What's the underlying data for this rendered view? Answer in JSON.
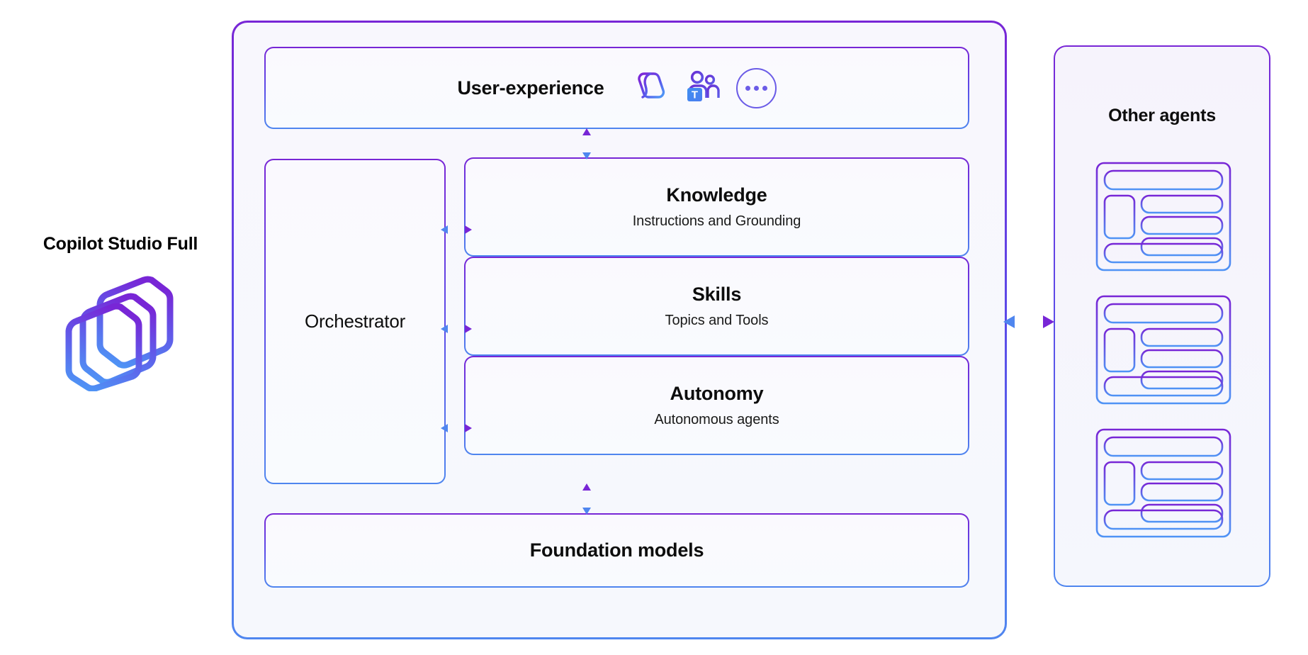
{
  "brand": {
    "title": "Copilot Studio Full",
    "logo_icon": "copilot-studio-logo"
  },
  "main_container": {
    "name": "copilot-studio-architecture"
  },
  "user_experience": {
    "label": "User-experience",
    "icons": [
      {
        "name": "microsoft-copilot-icon",
        "label": "Microsoft Copilot"
      },
      {
        "name": "microsoft-teams-icon",
        "label": "Microsoft Teams"
      },
      {
        "name": "more-options-icon",
        "label": "..."
      }
    ]
  },
  "orchestrator": {
    "label": "Orchestrator"
  },
  "capabilities": [
    {
      "id": "knowledge",
      "title": "Knowledge",
      "subtitle": "Instructions and Grounding"
    },
    {
      "id": "skills",
      "title": "Skills",
      "subtitle": "Topics and Tools"
    },
    {
      "id": "autonomy",
      "title": "Autonomy",
      "subtitle": "Autonomous agents"
    }
  ],
  "foundation": {
    "label": "Foundation models"
  },
  "other_agents": {
    "title": "Other agents",
    "cards": [
      {
        "name": "agent-card-1"
      },
      {
        "name": "agent-card-2"
      },
      {
        "name": "agent-card-3"
      }
    ]
  },
  "connectors": [
    {
      "name": "ux-to-orchestrator",
      "style": "solid",
      "direction": "bidirectional",
      "orientation": "vertical"
    },
    {
      "name": "orchestrator-to-knowledge",
      "style": "solid",
      "direction": "bidirectional",
      "orientation": "horizontal"
    },
    {
      "name": "orchestrator-to-skills",
      "style": "solid",
      "direction": "bidirectional",
      "orientation": "horizontal"
    },
    {
      "name": "orchestrator-to-autonomy",
      "style": "solid",
      "direction": "bidirectional",
      "orientation": "horizontal"
    },
    {
      "name": "orchestrator-to-foundation",
      "style": "solid",
      "direction": "bidirectional",
      "orientation": "vertical"
    },
    {
      "name": "studio-to-other-agents",
      "style": "dotted",
      "direction": "bidirectional",
      "orientation": "horizontal"
    }
  ],
  "colors": {
    "purple": "#7826d6",
    "indigo": "#5b4ae8",
    "blue": "#4f86ef",
    "accent_dot": "#6b5ce7",
    "panel_bg": "#f8f7fd",
    "card_bg": "#faf9fe",
    "text": "#0d0d0d"
  }
}
